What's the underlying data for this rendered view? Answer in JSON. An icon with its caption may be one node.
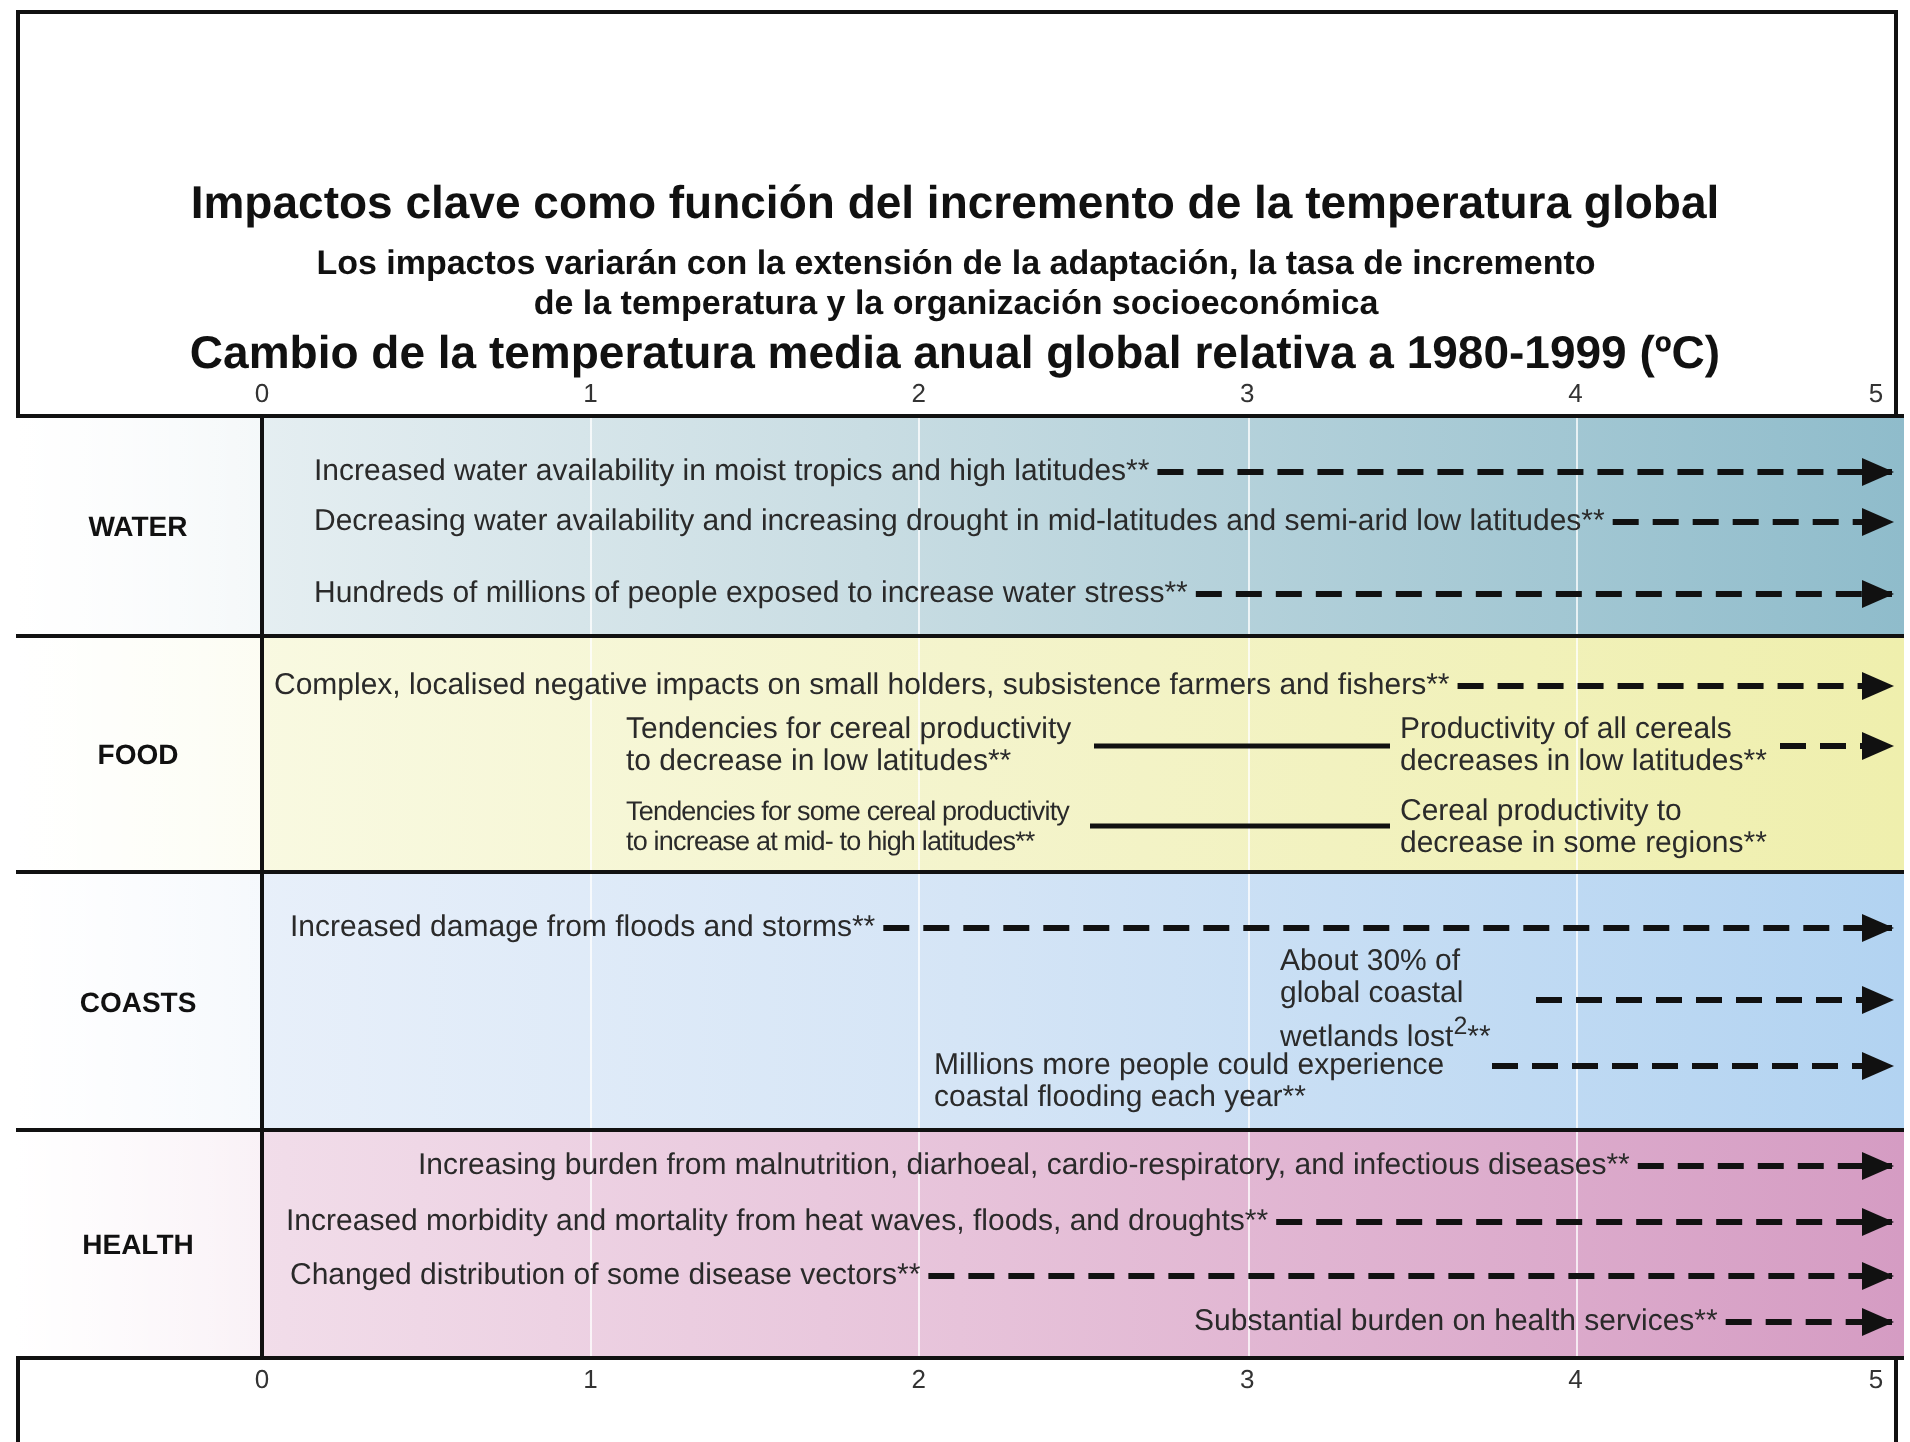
{
  "diagram": {
    "title": "Impactos clave como función del incremento de la temperatura global",
    "nodes": [
      {
        "text": [
          "WATER"
        ]
      },
      {
        "text": [
          "Increased water availability in moist tropics and high latitudes**"
        ],
        "in": 0
      },
      {
        "text": [
          "Decreasing water availability and increasing drought in mid-latitudes and semi-arid low latitudes**"
        ],
        "in": 0
      },
      {
        "text": [
          "Hundreds of millions of people exposed to increase water stress**"
        ],
        "in": 0
      },
      {
        "text": [
          "FOOD"
        ]
      },
      {
        "text": [
          "Complex, localised negative impacts on small holders, subsistence farmers and fishers**"
        ],
        "in": 4
      },
      {
        "text": [
          "Tendencies for cereal productivity to decrease in low latitudes**"
        ],
        "in": 4
      },
      {
        "text": [
          "Productivity of all cereals decreases in low latitudes**"
        ],
        "in": 4
      },
      {
        "text": [
          "Tendencies for some cereal productivity to increase at mid- to high latitudes**"
        ],
        "in": 4
      },
      {
        "text": [
          "Cereal productivity to decrease in some regions**"
        ],
        "in": 4
      },
      {
        "text": [
          "COASTS"
        ]
      },
      {
        "text": [
          "Increased damage from floods and storms**"
        ],
        "in": 10
      },
      {
        "text": [
          "About 30% of global coastal wetlands lost$^{2}$**"
        ],
        "in": 10
      },
      {
        "text": [
          "Millions more people could experience coastal flooding each year**"
        ],
        "in": 10
      },
      {
        "text": [
          "HEALTH"
        ]
      },
      {
        "text": [
          "Increasing burden from malnutrition, diarhoeal, cardio-respiratory, and infectious diseases**"
        ],
        "in": 14
      },
      {
        "text": [
          "Increased morbidity and mortality from heat waves, floods, and droughts**"
        ],
        "in": 14
      },
      {
        "text": [
          "Changed distribution of some disease vectors**"
        ],
        "in": 14
      },
      {
        "text": [
          "Substantial burden on health services**"
        ],
        "in": 14
      }
    ],
    "edges": [
      {
        "from": 1,
        "to": null,
        "arrow": "to",
        "style": "dashed"
      },
      {
        "from": 2,
        "to": null,
        "arrow": "to",
        "style": "dashed"
      },
      {
        "from": 3,
        "to": null,
        "arrow": "to",
        "style": "dashed"
      },
      {
        "from": 5,
        "to": null,
        "arrow": "to",
        "style": "dashed"
      },
      {
        "from": 6,
        "to": 7,
        "arrow": "none"
      },
      {
        "from": 7,
        "to": null,
        "arrow": "to",
        "style": "dashed"
      },
      {
        "from": 8,
        "to": 9,
        "arrow": "none"
      },
      {
        "from": 11,
        "to": null,
        "arrow": "to",
        "style": "dashed"
      },
      {
        "from": 12,
        "to": null,
        "arrow": "to",
        "style": "dashed"
      },
      {
        "from": 13,
        "to": null,
        "arrow": "to",
        "style": "dashed"
      },
      {
        "from": 15,
        "to": null,
        "arrow": "to",
        "style": "dashed"
      },
      {
        "from": 16,
        "to": null,
        "arrow": "to",
        "style": "dashed"
      },
      {
        "from": 17,
        "to": null,
        "arrow": "to",
        "style": "dashed"
      },
      {
        "from": 18,
        "to": null,
        "arrow": "to",
        "style": "dashed"
      }
    ],
    "labels": [
      "Los impactos variarán con la extensión de la adaptación, la tasa de incremento de la temperatura y la organización socioeconómica",
      "Cambio de la temperatura media anual global relativa a 1980-1999 (ºC)",
      "0",
      "1",
      "2",
      "3",
      "4",
      "5",
      "0",
      "1",
      "2",
      "3",
      "4",
      "5"
    ]
  }
}
